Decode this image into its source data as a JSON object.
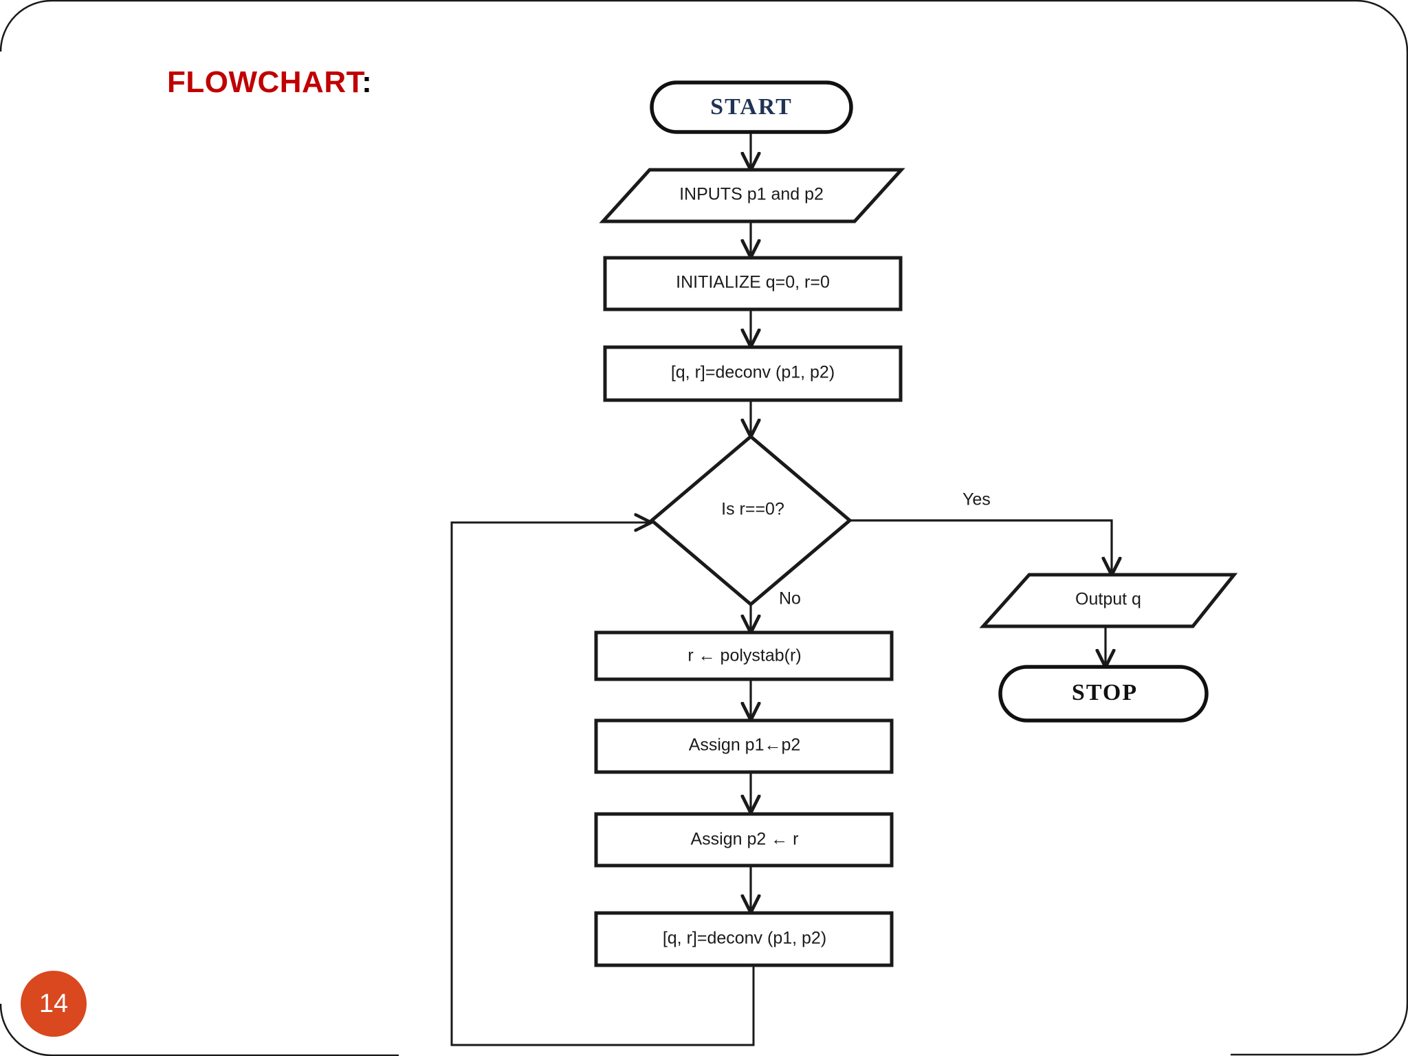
{
  "slide": {
    "title_word": "FLOWCHART",
    "title_colon": ":",
    "page_number": "14",
    "accent_color": "#C00000",
    "badge_color": "#D9481F",
    "start_text_color": "#1F3356"
  },
  "flowchart": {
    "nodes": [
      {
        "id": "start",
        "shape": "terminator",
        "label": "START"
      },
      {
        "id": "inputs",
        "shape": "parallelogram",
        "label": "INPUTS p1 and p2"
      },
      {
        "id": "initialize",
        "shape": "process",
        "label": "INITIALIZE q=0, r=0"
      },
      {
        "id": "deconv1",
        "shape": "process",
        "label": "[q, r]=deconv (p1, p2)"
      },
      {
        "id": "decision",
        "shape": "diamond",
        "label": "Is r==0?"
      },
      {
        "id": "outputq",
        "shape": "parallelogram",
        "label": "Output q"
      },
      {
        "id": "stop",
        "shape": "terminator",
        "label": "STOP"
      },
      {
        "id": "polystab",
        "shape": "process",
        "label": "r  ← polystab(r)"
      },
      {
        "id": "assign1",
        "shape": "process",
        "label": "Assign p1←p2"
      },
      {
        "id": "assign2",
        "shape": "process",
        "label": "Assign p2 ← r"
      },
      {
        "id": "deconv2",
        "shape": "process",
        "label": "[q, r]=deconv (p1, p2)"
      }
    ],
    "edge_labels": {
      "yes": "Yes",
      "no": "No"
    }
  }
}
